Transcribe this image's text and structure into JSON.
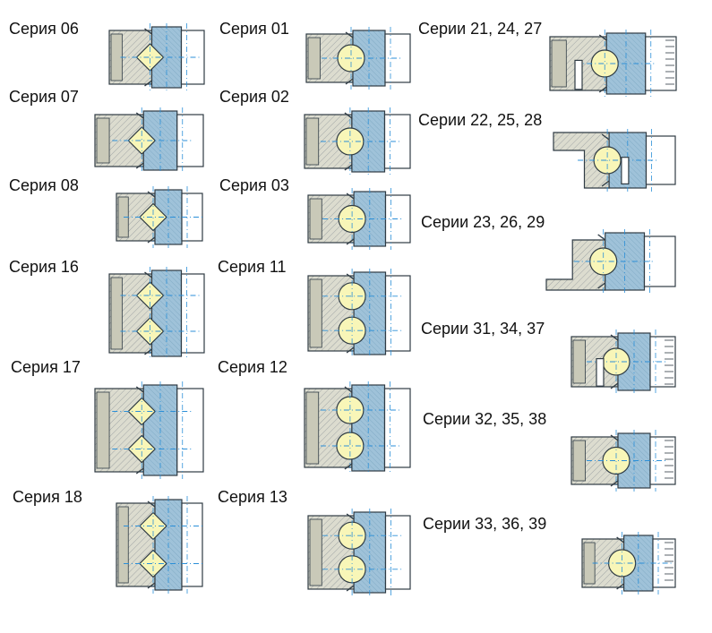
{
  "colors": {
    "ring": "#dcdccf",
    "ringDark": "#c9c9b8",
    "blue": "#9fc2d9",
    "blueDark": "#6f9bb8",
    "ball": "#f8f6b8",
    "center": "#2b8fd8",
    "outline": "#2f3b44",
    "hatch": "#7a8088"
  },
  "sections": [
    {
      "id": "s06",
      "label": "Серия 06"
    },
    {
      "id": "s07",
      "label": "Серия 07"
    },
    {
      "id": "s08",
      "label": "Серия 08"
    },
    {
      "id": "s16",
      "label": "Серия 16"
    },
    {
      "id": "s17",
      "label": "Серия 17"
    },
    {
      "id": "s18",
      "label": "Серия 18"
    },
    {
      "id": "s01",
      "label": "Серия 01"
    },
    {
      "id": "s02",
      "label": "Серия 02"
    },
    {
      "id": "s03",
      "label": "Серия 03"
    },
    {
      "id": "s11",
      "label": "Серия 11"
    },
    {
      "id": "s12",
      "label": "Серия 12"
    },
    {
      "id": "s13",
      "label": "Серия 13"
    },
    {
      "id": "s21",
      "label": "Серии 21, 24, 27"
    },
    {
      "id": "s22",
      "label": "Серии 22, 25, 28"
    },
    {
      "id": "s23",
      "label": "Серии 23, 26, 29"
    },
    {
      "id": "s31",
      "label": "Серии 31, 34, 37"
    },
    {
      "id": "s32",
      "label": "Серии 32, 35, 38"
    },
    {
      "id": "s33",
      "label": "Серии 33, 36, 39"
    }
  ]
}
